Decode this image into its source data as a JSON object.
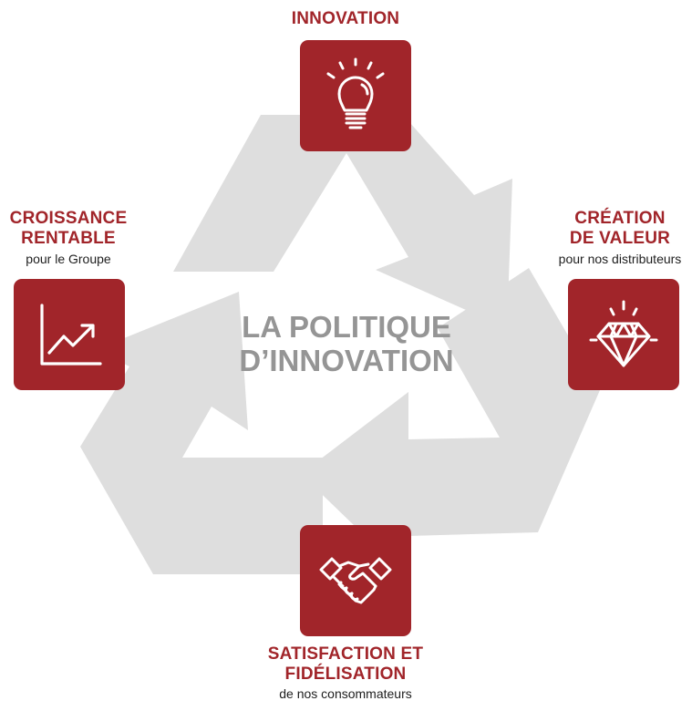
{
  "center": {
    "line1": "LA POLITIQUE",
    "line2": "D’INNOVATION"
  },
  "nodes": {
    "innovation": {
      "title": "INNOVATION",
      "icon": "lightbulb-icon"
    },
    "creation": {
      "title_line1": "CRÉATION",
      "title_line2": "DE VALEUR",
      "subtitle": "pour nos distributeurs",
      "icon": "diamond-icon"
    },
    "satisfaction": {
      "title_line1": "SATISFACTION ET",
      "title_line2": "FIDÉLISATION",
      "subtitle": "de nos consommateurs",
      "icon": "handshake-icon"
    },
    "croissance": {
      "title_line1": "CROISSANCE",
      "title_line2": "RENTABLE",
      "subtitle": "pour le Groupe",
      "icon": "growth-chart-icon"
    }
  },
  "colors": {
    "accent": "#a1252a",
    "cycle_grey": "#dedede",
    "center_text": "#959595"
  }
}
